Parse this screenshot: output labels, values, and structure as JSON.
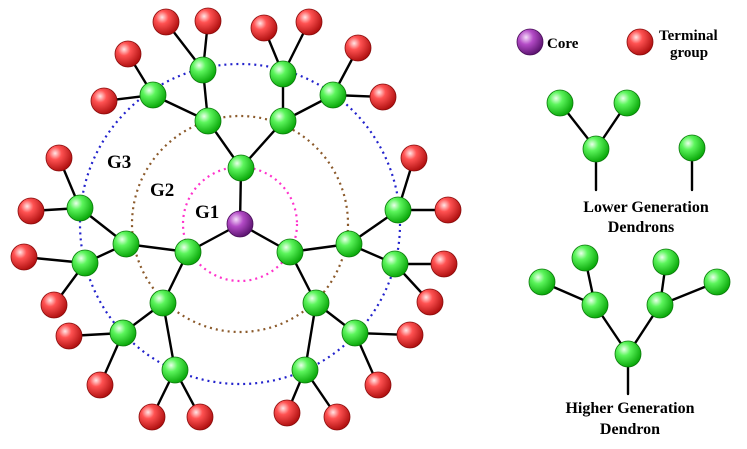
{
  "generations": {
    "g1": "G1",
    "g2": "G2",
    "g3": "G3"
  },
  "legend": {
    "core": "Core",
    "terminal_line1": "Terminal",
    "terminal_line2": "group"
  },
  "lower_dendrons": {
    "line1": "Lower Generation",
    "line2": "Dendrons"
  },
  "higher_dendron": {
    "line1": "Higher Generation",
    "line2": "Dendron"
  },
  "colors": {
    "core": "#a23fb4",
    "branch": "#22e622",
    "terminal": "#f03c3c",
    "ring_g1": "#ff33cc",
    "ring_g2": "#8b5a2b",
    "ring_g3": "#2222cc",
    "bond": "#000000"
  }
}
